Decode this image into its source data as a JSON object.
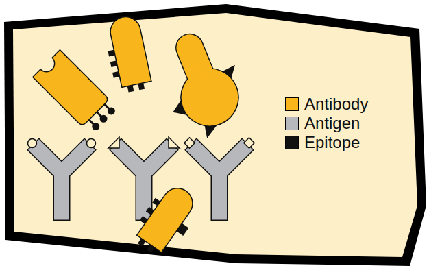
{
  "diagram": {
    "legend": [
      {
        "text": "Antibody",
        "color": "#f9b51c"
      },
      {
        "text": "Antigen",
        "color": "#b7b8bc"
      },
      {
        "text": "Epitope",
        "color": "#111111"
      }
    ]
  }
}
